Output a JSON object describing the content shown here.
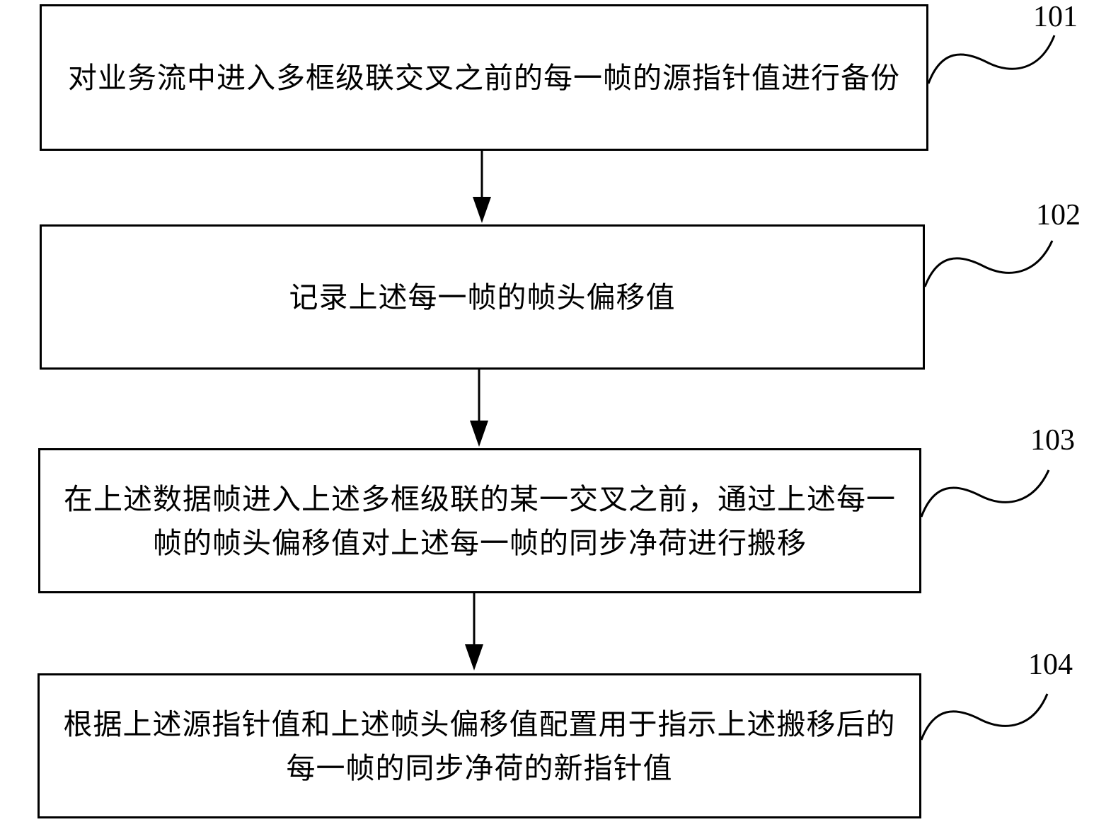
{
  "steps": [
    {
      "id": "101",
      "text": "对业务流中进入多框级联交叉之前的每一帧的源指针值进行备份"
    },
    {
      "id": "102",
      "text": "记录上述每一帧的帧头偏移值"
    },
    {
      "id": "103",
      "text": "在上述数据帧进入上述多框级联的某一交叉之前，通过上述每一帧的帧头偏移值对上述每一帧的同步净荷进行搬移"
    },
    {
      "id": "104",
      "text": "根据上述源指针值和上述帧头偏移值配置用于指示上述搬移后的每一帧的同步净荷的新指针值"
    }
  ],
  "colors": {
    "stroke": "#000000",
    "background": "#ffffff"
  }
}
